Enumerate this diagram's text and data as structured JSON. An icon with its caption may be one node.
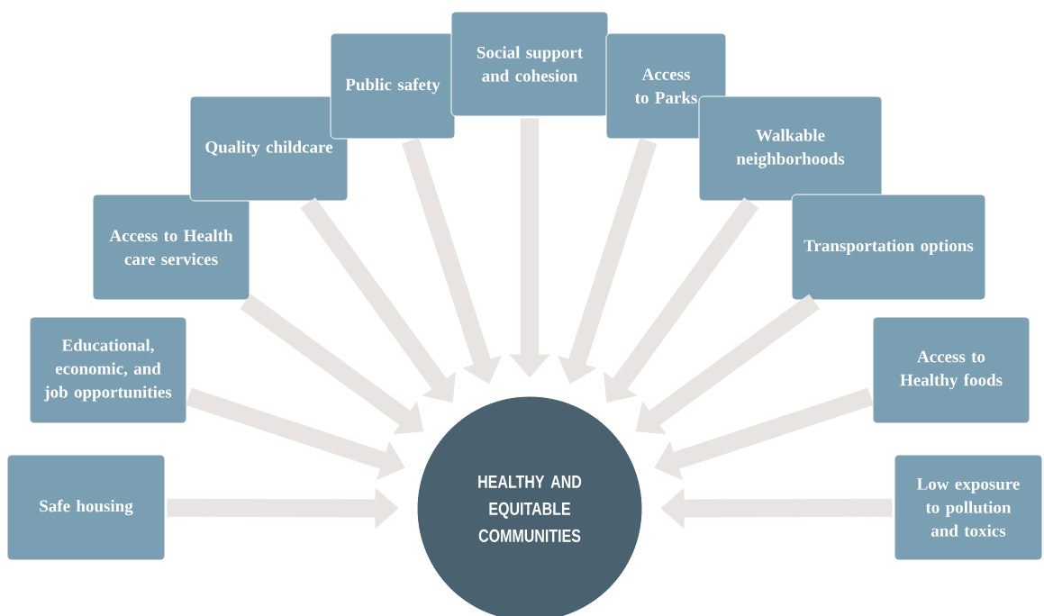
{
  "diagram": {
    "nodes": [
      {
        "text": [
          "Safe housing"
        ]
      },
      {
        "text": [
          "Educational, economic, and job opportunities"
        ]
      },
      {
        "text": [
          "Access to Health care services"
        ]
      },
      {
        "text": [
          "Quality childcare"
        ]
      },
      {
        "text": [
          "Public safety"
        ]
      },
      {
        "text": [
          "Social support and cohesion"
        ]
      },
      {
        "text": [
          "Access to Parks"
        ]
      },
      {
        "text": [
          "Walkable neighborhoods"
        ]
      },
      {
        "text": [
          "Transportation options"
        ]
      },
      {
        "text": [
          "Access to Healthy foods"
        ]
      },
      {
        "text": [
          "Low exposure to pollution and toxics"
        ]
      },
      {
        "text": [
          "HEALTHY AND EQUITABLE COMMUNITIES"
        ]
      }
    ],
    "edges": [
      {
        "from": 0,
        "to": 11,
        "arrow": "to"
      },
      {
        "from": 1,
        "to": 11,
        "arrow": "to"
      },
      {
        "from": 2,
        "to": 11,
        "arrow": "to"
      },
      {
        "from": 3,
        "to": 11,
        "arrow": "to"
      },
      {
        "from": 4,
        "to": 11,
        "arrow": "to"
      },
      {
        "from": 5,
        "to": 11,
        "arrow": "to"
      },
      {
        "from": 6,
        "to": 11,
        "arrow": "to"
      },
      {
        "from": 7,
        "to": 11,
        "arrow": "to"
      },
      {
        "from": 8,
        "to": 11,
        "arrow": "to"
      },
      {
        "from": 9,
        "to": 11,
        "arrow": "to"
      },
      {
        "from": 10,
        "to": 11,
        "arrow": "to"
      }
    ]
  }
}
